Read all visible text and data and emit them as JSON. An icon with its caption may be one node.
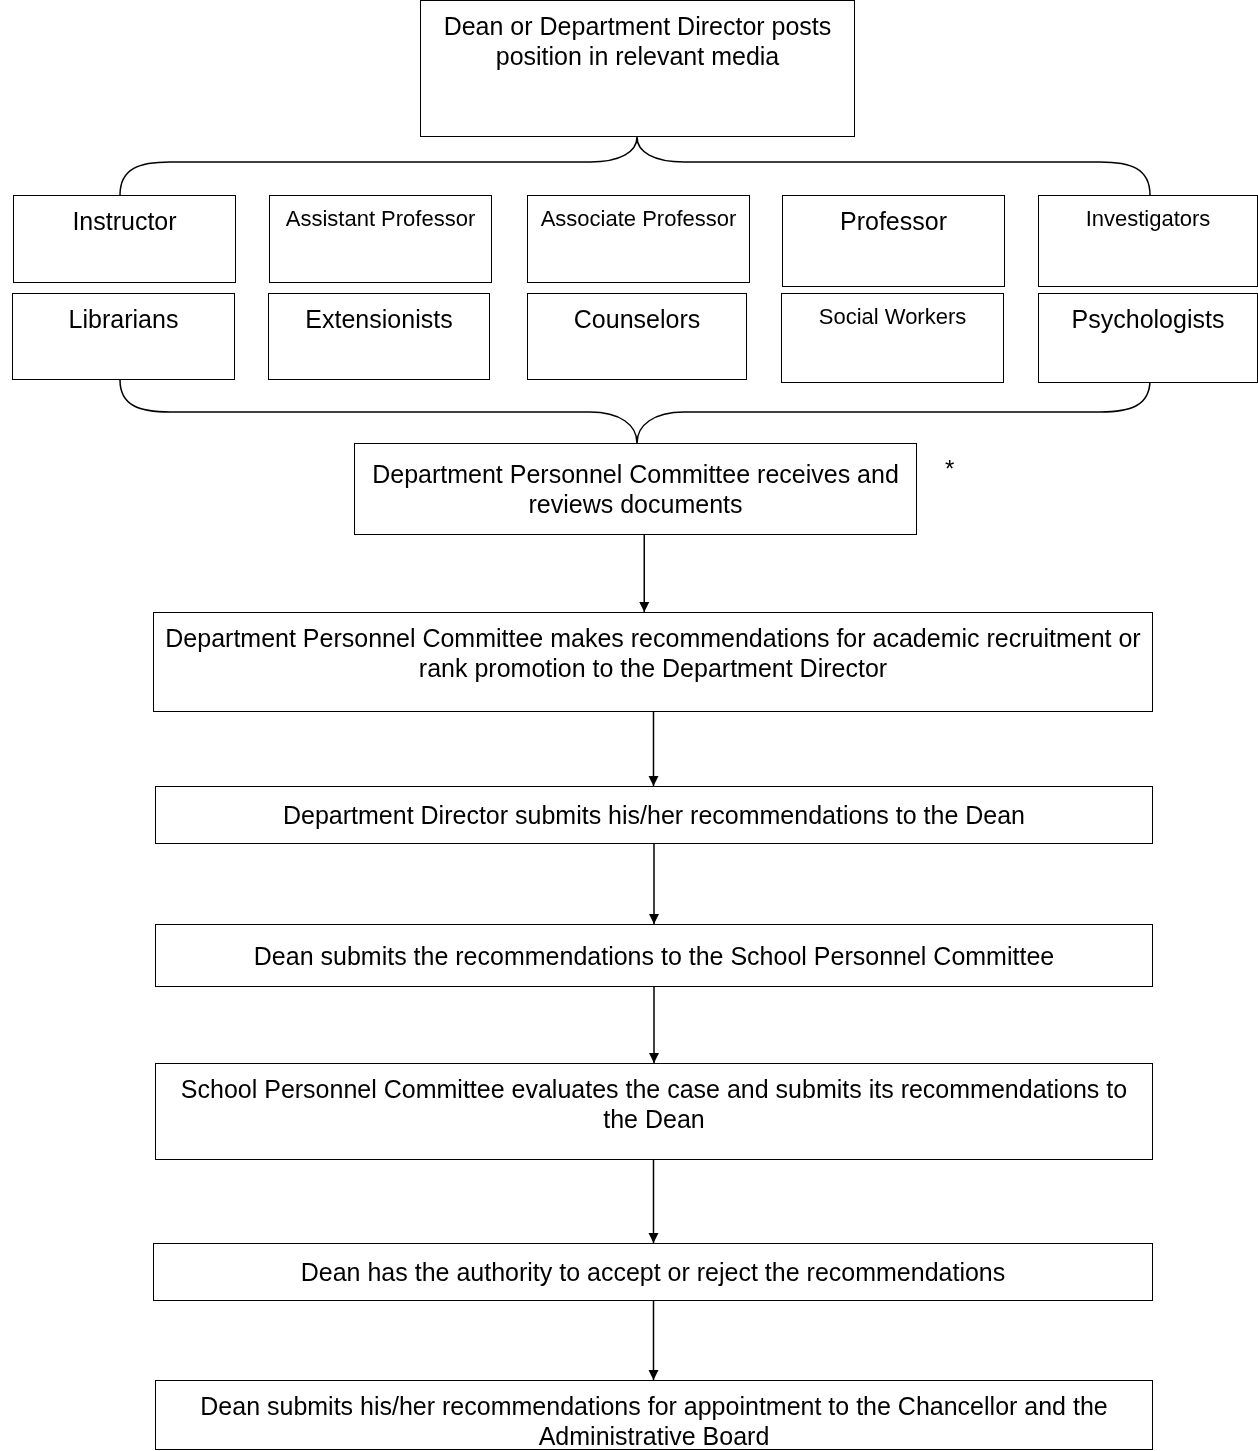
{
  "diagram": {
    "nodes": [
      {
        "text": [
          "Dean or Department Director posts position in relevant media"
        ]
      },
      {
        "text": [
          "Instructor"
        ]
      },
      {
        "text": [
          "Assistant Professor"
        ]
      },
      {
        "text": [
          "Associate Professor"
        ]
      },
      {
        "text": [
          "Professor"
        ]
      },
      {
        "text": [
          "Investigators"
        ]
      },
      {
        "text": [
          "Librarians"
        ]
      },
      {
        "text": [
          "Extensionists"
        ]
      },
      {
        "text": [
          "Counselors"
        ]
      },
      {
        "text": [
          "Social Workers"
        ]
      },
      {
        "text": [
          "Psychologists"
        ]
      },
      {
        "text": [
          "Department Personnel Committee receives and reviews documents"
        ]
      },
      {
        "text": [
          "Department Personnel Committee makes recommendations for academic recruitment or rank promotion to the Department Director"
        ]
      },
      {
        "text": [
          "Department Director submits his/her recommendations to the Dean"
        ]
      },
      {
        "text": [
          "Dean submits the recommendations to the School Personnel Committee"
        ]
      },
      {
        "text": [
          "School Personnel Committee evaluates the case and submits its recommendations to the Dean"
        ]
      },
      {
        "text": [
          "Dean has the authority to accept or reject the recommendations"
        ]
      },
      {
        "text": [
          "Dean submits his/her recommendations for appointment to the Chancellor and the Administrative Board"
        ]
      }
    ],
    "edges": [
      {
        "from": 11,
        "to": 12,
        "arrow": "to"
      },
      {
        "from": 12,
        "to": 13,
        "arrow": "to"
      },
      {
        "from": 13,
        "to": 14,
        "arrow": "to"
      },
      {
        "from": 14,
        "to": 15,
        "arrow": "to"
      },
      {
        "from": 15,
        "to": 16,
        "arrow": "to"
      },
      {
        "from": 16,
        "to": 17,
        "arrow": "to"
      }
    ],
    "labels": [
      "*"
    ]
  }
}
